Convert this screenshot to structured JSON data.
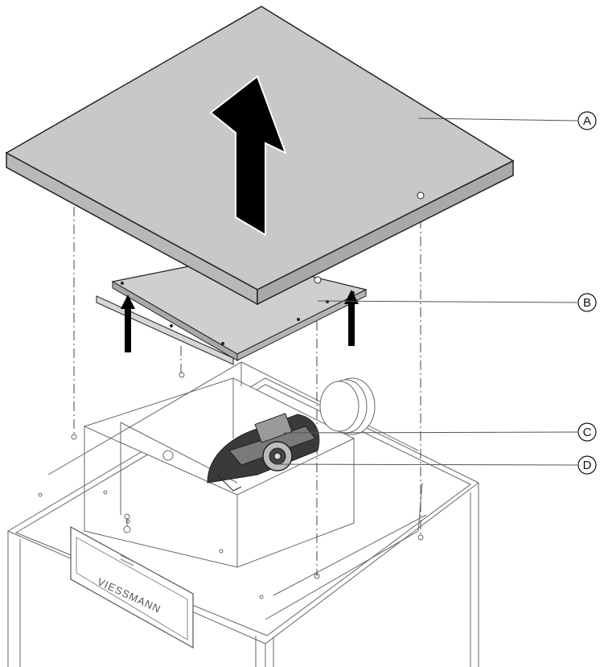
{
  "callouts": [
    {
      "id": "A",
      "label": "A"
    },
    {
      "id": "B",
      "label": "B"
    },
    {
      "id": "C",
      "label": "C"
    },
    {
      "id": "D",
      "label": "D"
    }
  ],
  "logo": {
    "text": "VIESSMANN"
  },
  "colors": {
    "panel": "#c8c8c8",
    "panel_edge": "#222222",
    "arrow": "#000000",
    "housing_line": "#666666",
    "burner": "#3a3a3a"
  },
  "icons": {
    "lift_arrow_large": "up-arrow-icon",
    "lift_arrow_small": "up-arrow-icon"
  }
}
